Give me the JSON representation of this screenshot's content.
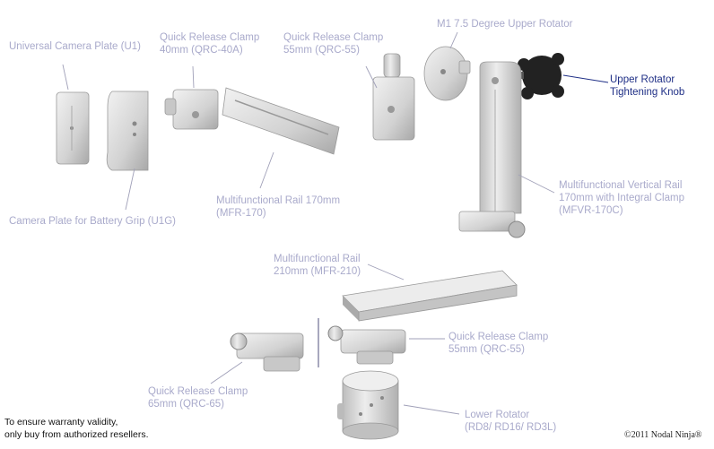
{
  "labels": {
    "u1": "Universal Camera Plate (U1)",
    "qrc40": [
      "Quick Release Clamp",
      "40mm (QRC-40A)"
    ],
    "qrc55_top": [
      "Quick Release Clamp",
      "55mm (QRC-55)"
    ],
    "m1": "M1 7.5 Degree Upper Rotator",
    "knob": [
      "Upper Rotator",
      "Tightening Knob"
    ],
    "mfr170": [
      "Multifunctional Rail 170mm",
      "(MFR-170)"
    ],
    "u1g": "Camera Plate for Battery Grip (U1G)",
    "mfvr": [
      "Multifunctional Vertical Rail",
      "170mm with Integral Clamp",
      "(MFVR-170C)"
    ],
    "mfr210": [
      "Multifunctional Rail",
      "210mm (MFR-210)"
    ],
    "qrc55_bottom": [
      "Quick Release Clamp",
      "55mm (QRC-55)"
    ],
    "qrc65": [
      "Quick Release Clamp",
      "65mm (QRC-65)"
    ],
    "lower": [
      "Lower Rotator",
      "(RD8/ RD16/ RD3L)"
    ]
  },
  "footer": {
    "warranty": [
      "To ensure warranty validity,",
      "only buy from authorized resellers."
    ],
    "copyright": "©2011 Nodal Ninja®"
  },
  "colors": {
    "label": "#a9aacb",
    "highlight": "#1f2f86",
    "part": "#d6d6d6"
  }
}
